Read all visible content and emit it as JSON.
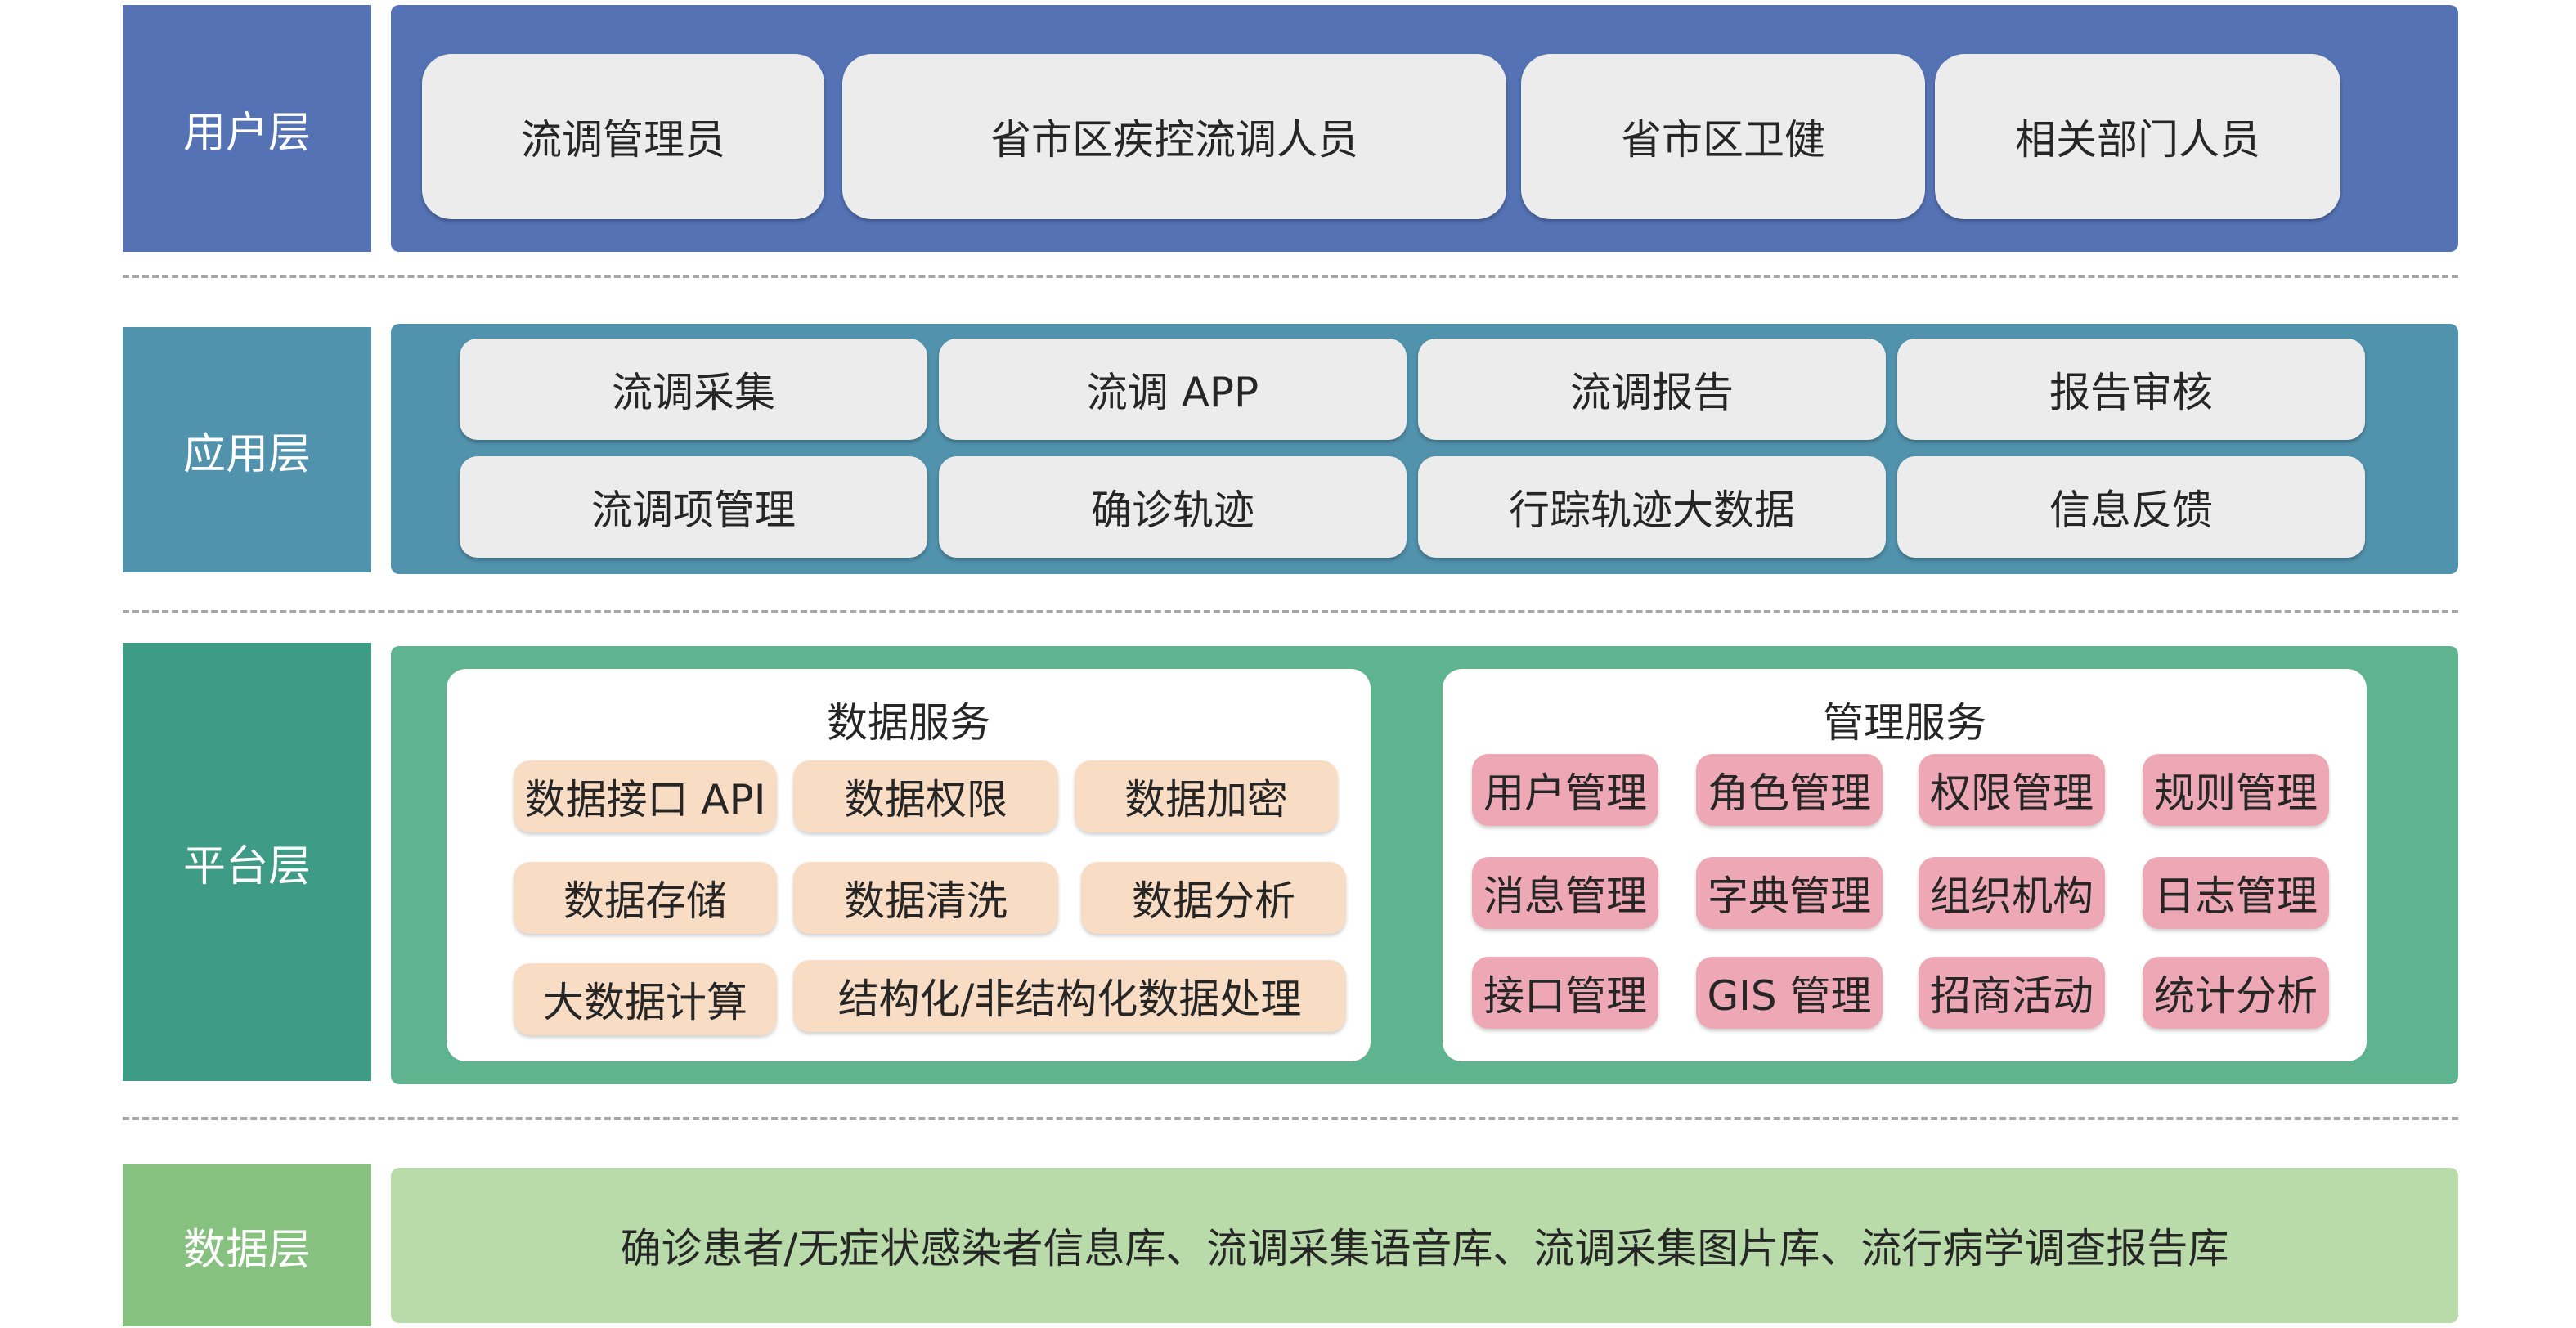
{
  "colors": {
    "user_layer": "#5472b4",
    "app_layer": "#5192ad",
    "platform_label": "#3e9b85",
    "platform_panel": "#5fb38e",
    "data_label": "#86c17f",
    "data_panel": "#b9dba9",
    "data_chip": "#f9dcc4",
    "mgmt_chip": "#eea8b5"
  },
  "user_layer": {
    "label": "用户层",
    "items": [
      "流调管理员",
      "省市区疾控流调人员",
      "省市区卫健",
      "相关部门人员"
    ]
  },
  "app_layer": {
    "label": "应用层",
    "items": [
      "流调采集",
      "流调 APP",
      "流调报告",
      "报告审核",
      "流调项管理",
      "确诊轨迹",
      "行踪轨迹大数据",
      "信息反馈"
    ]
  },
  "platform_layer": {
    "label": "平台层",
    "data_service": {
      "title": "数据服务",
      "items": [
        "数据接口 API",
        "数据权限",
        "数据加密",
        "数据存储",
        "数据清洗",
        "数据分析",
        "大数据计算",
        "结构化/非结构化数据处理"
      ]
    },
    "management_service": {
      "title": "管理服务",
      "items": [
        "用户管理",
        "角色管理",
        "权限管理",
        "规则管理",
        "消息管理",
        "字典管理",
        "组织机构",
        "日志管理",
        "接口管理",
        "GIS 管理",
        "招商活动",
        "统计分析"
      ]
    }
  },
  "data_layer": {
    "label": "数据层",
    "text": "确诊患者/无症状感染者信息库、流调采集语音库、流调采集图片库、流行病学调查报告库"
  }
}
